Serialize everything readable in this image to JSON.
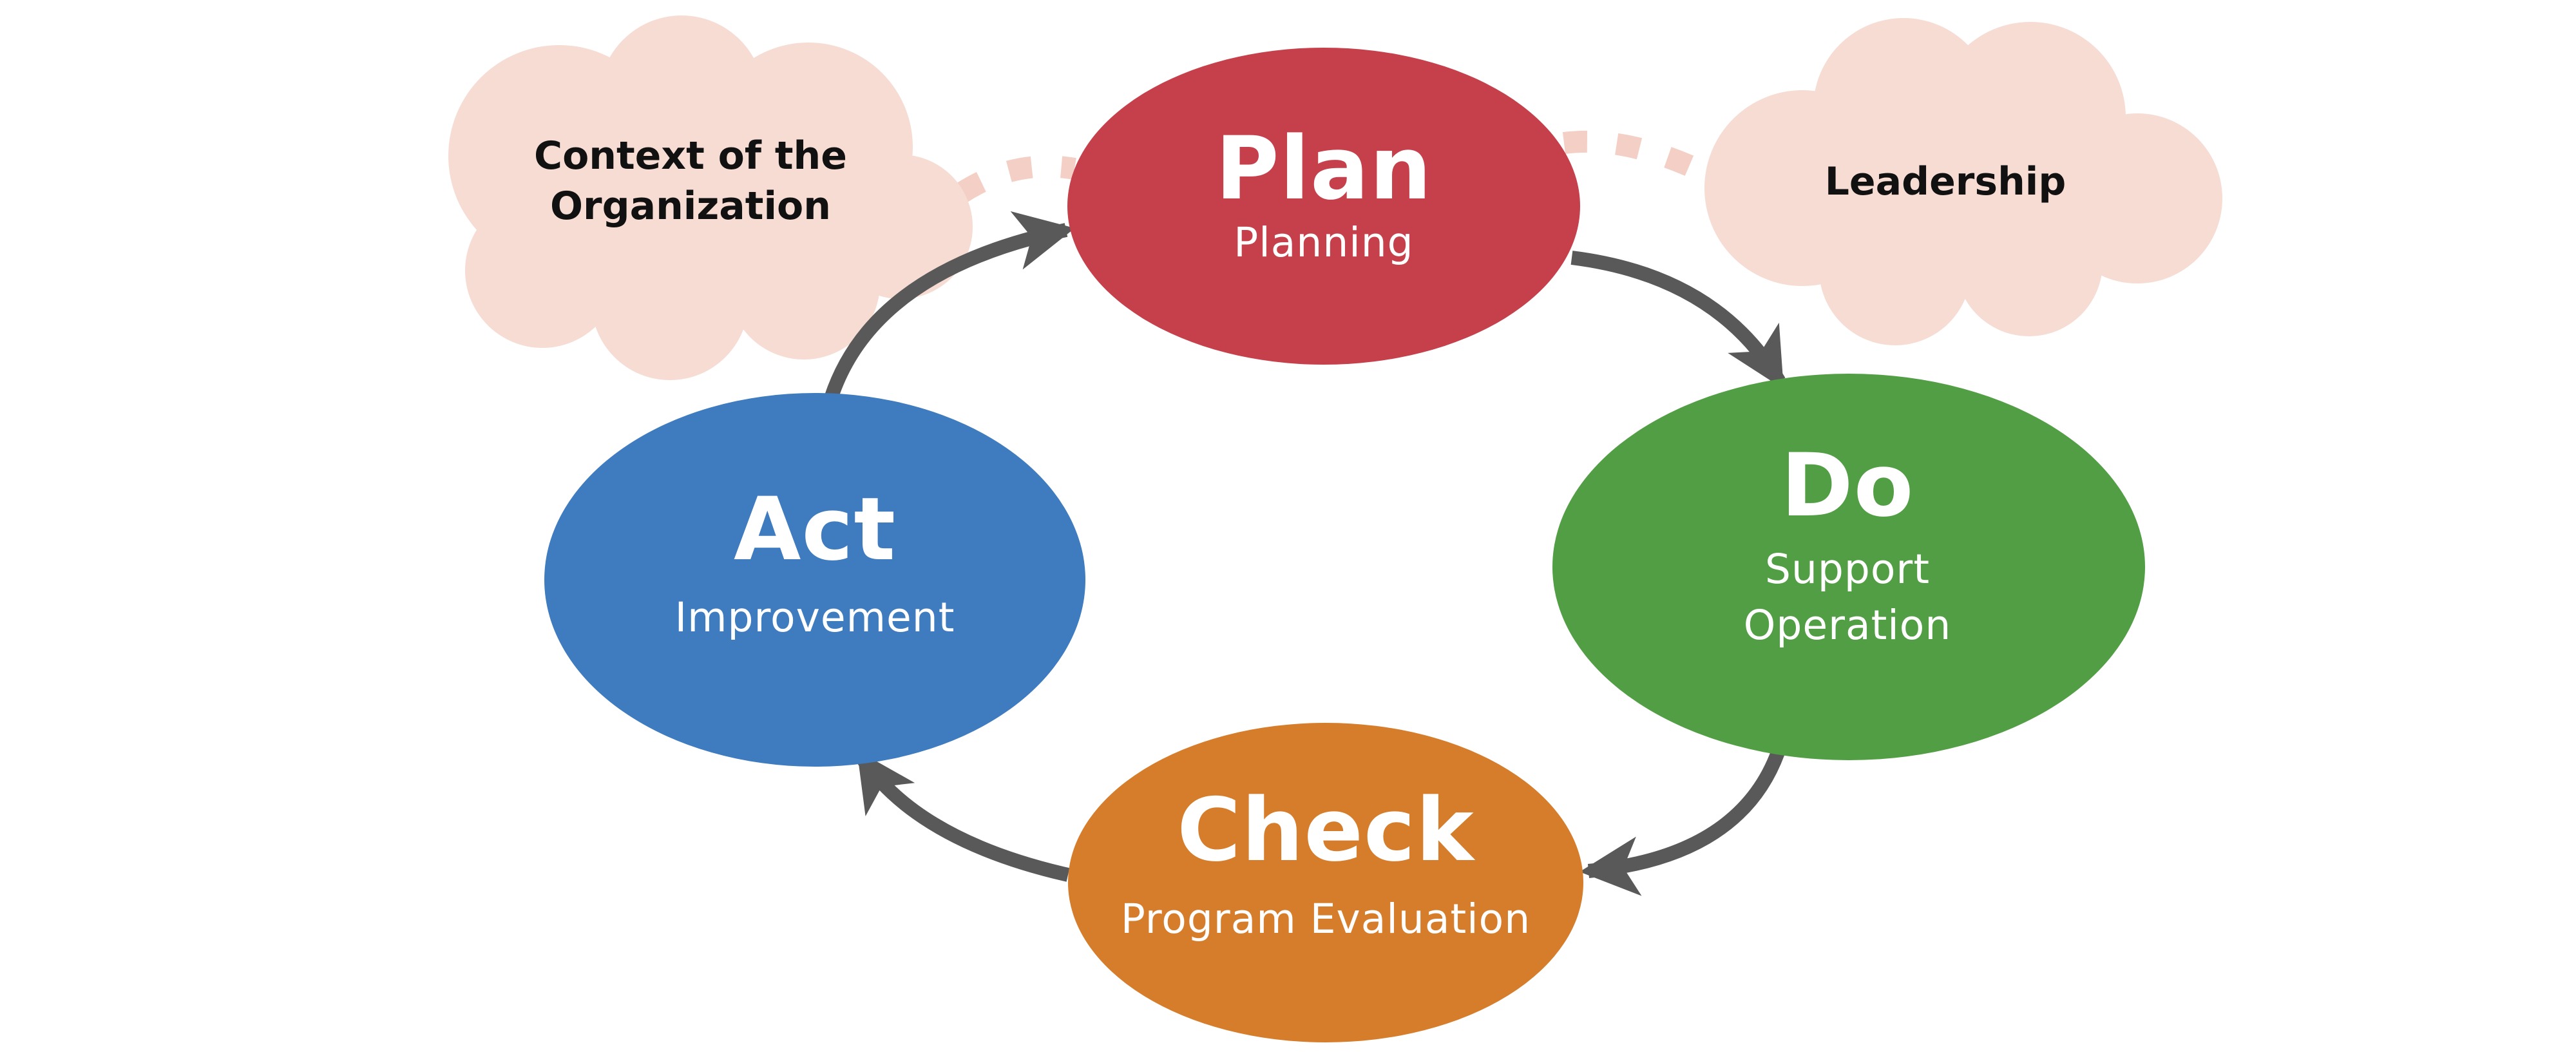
{
  "colors": {
    "plan": "#C5404A",
    "do": "#529E44",
    "check": "#D67D2C",
    "act": "#3E7BBF",
    "cloud": "#F6DCD3",
    "dash": "#F4CFC5",
    "arrow": "#595959",
    "node_text": "#FFFFFF",
    "cloud_text": "#111111"
  },
  "clouds": {
    "context": {
      "line1": "Context of the",
      "line2": "Organization"
    },
    "leadership": {
      "label": "Leadership"
    }
  },
  "nodes": {
    "plan": {
      "title": "Plan",
      "subtitle": "Planning"
    },
    "do": {
      "title": "Do",
      "subtitle_line1": "Support",
      "subtitle_line2": "Operation"
    },
    "check": {
      "title": "Check",
      "subtitle": "Program Evaluation"
    },
    "act": {
      "title": "Act",
      "subtitle": "Improvement"
    }
  }
}
